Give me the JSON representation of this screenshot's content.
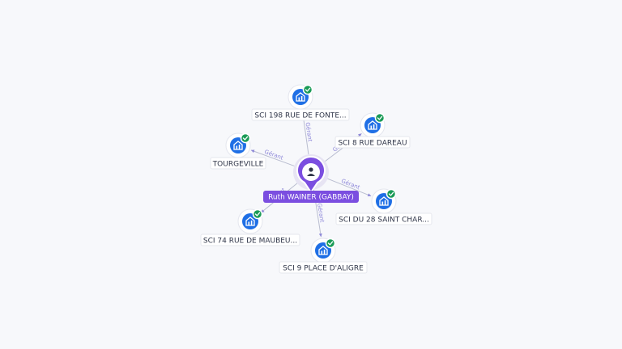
{
  "colors": {
    "person": "#7b4ee0",
    "company": "#1f6fe5",
    "verified": "#1a9b57",
    "edge": "#b9bdd0",
    "edge_label": "#8c86d8"
  },
  "person": {
    "name": "Ruth WAINER (GABBAY)",
    "icon": "person-icon"
  },
  "relation_label": "Gérant",
  "companies": [
    {
      "id": "sci-198",
      "name": "SCI 198 RUE DE FONTE...",
      "icon": "building-icon",
      "verified": true
    },
    {
      "id": "sci-8",
      "name": "SCI 8 RUE DAREAU",
      "icon": "building-icon",
      "verified": true
    },
    {
      "id": "tourgeville",
      "name": "TOURGEVILLE",
      "icon": "building-icon",
      "verified": true
    },
    {
      "id": "sci-du-28",
      "name": "SCI DU 28 SAINT CHAR...",
      "icon": "building-icon",
      "verified": true
    },
    {
      "id": "sci-74",
      "name": "SCI 74 RUE DE MAUBEU...",
      "icon": "building-icon",
      "verified": true
    },
    {
      "id": "sci-9",
      "name": "SCI 9 PLACE D'ALIGRE",
      "icon": "building-icon",
      "verified": true
    }
  ]
}
